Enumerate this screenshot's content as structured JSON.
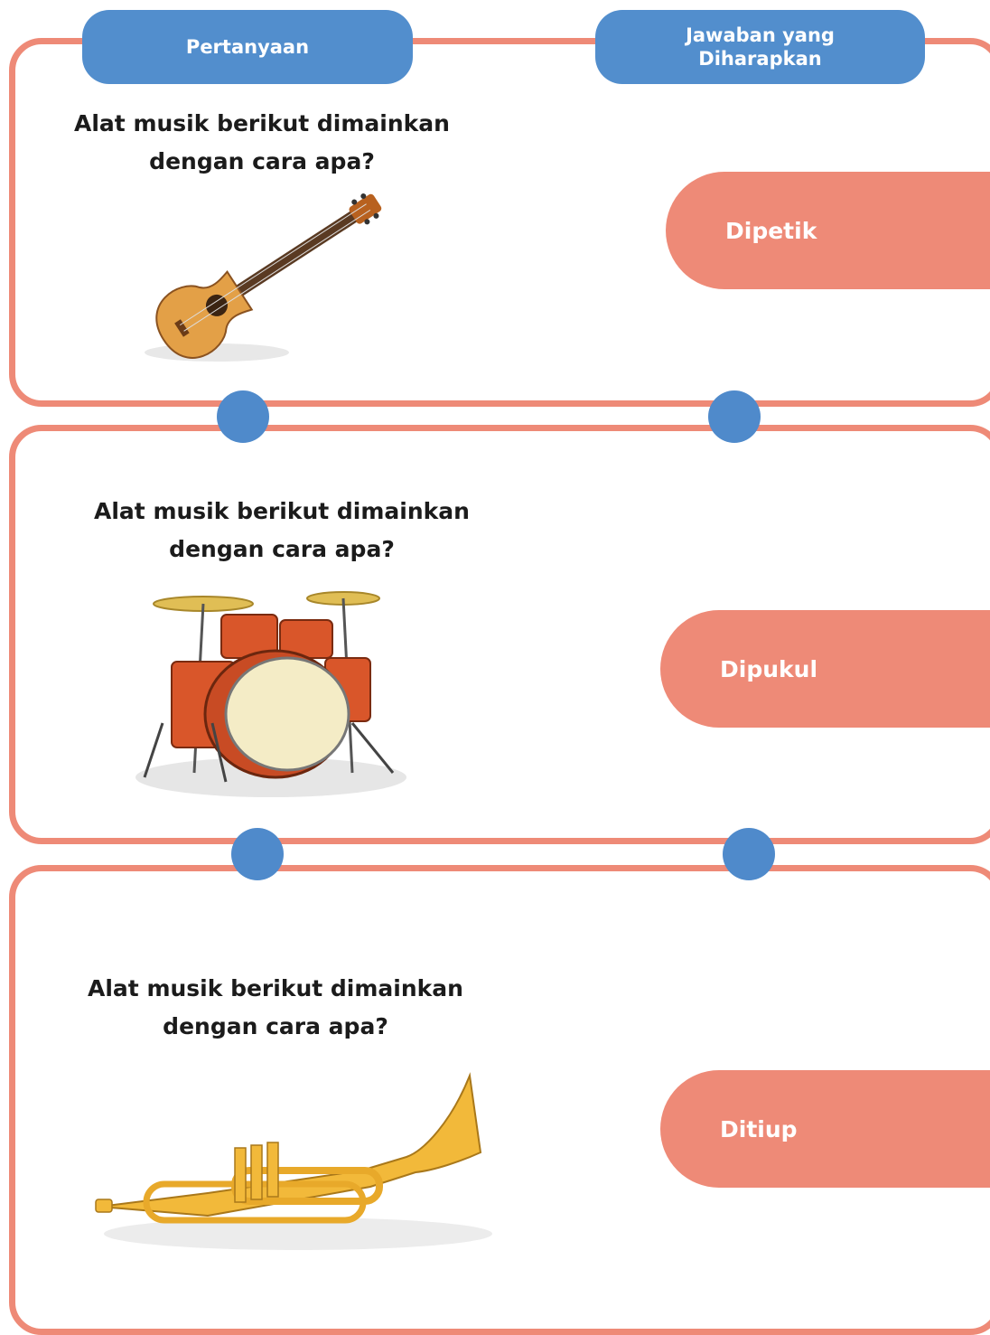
{
  "header": {
    "question_label": "Pertanyaan",
    "answer_label": "Jawaban yang\nDiharapkan"
  },
  "items": [
    {
      "question": "Alat musik berikut dimainkan\ndengan cara apa?",
      "instrument_icon": "guitar-icon",
      "answer": "Dipetik"
    },
    {
      "question": "Alat musik berikut dimainkan\ndengan cara apa?",
      "instrument_icon": "drum-kit-icon",
      "answer": "Dipukul"
    },
    {
      "question": "Alat musik berikut dimainkan\ndengan cara apa?",
      "instrument_icon": "trumpet-icon",
      "answer": "Ditiup"
    }
  ],
  "colors": {
    "panel_border": "#ee8a77",
    "header_pill": "#528ecd",
    "answer_pill": "#ee8a77",
    "connector_dot": "#4f8acb"
  }
}
